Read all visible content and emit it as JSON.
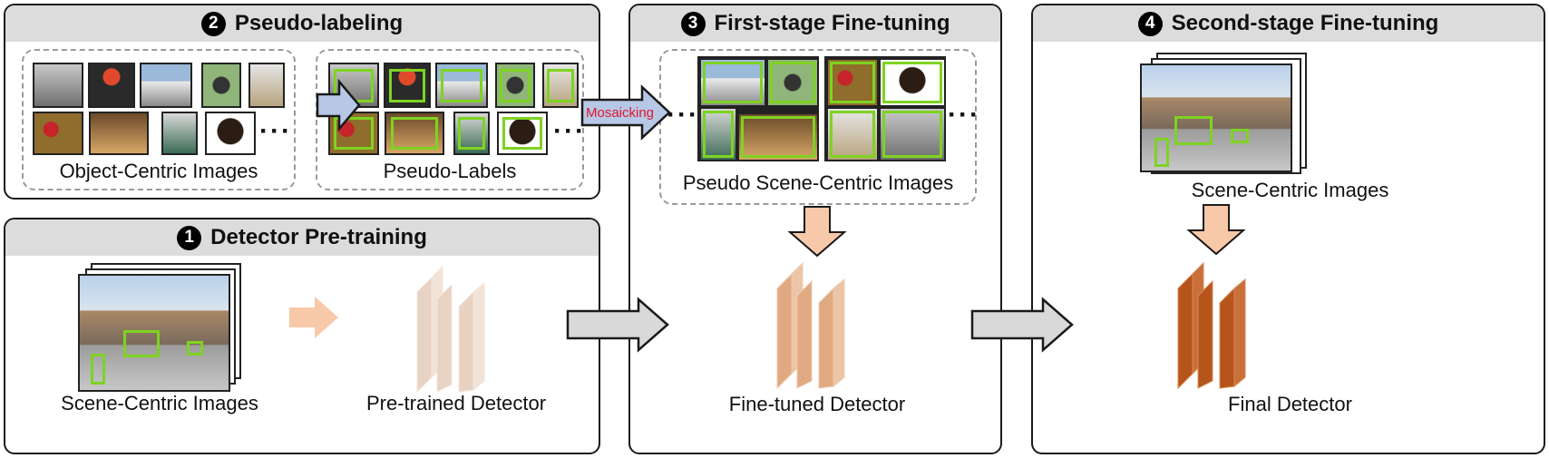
{
  "pseudo_labeling": {
    "number": "2",
    "title": "Pseudo-labeling",
    "left_caption": "Object-Centric Images",
    "right_caption": "Pseudo-Labels",
    "ellipsis": "···"
  },
  "pretraining": {
    "number": "1",
    "title": "Detector Pre-training",
    "images_caption": "Scene-Centric Images",
    "detector_caption": "Pre-trained Detector"
  },
  "first_stage": {
    "number": "3",
    "title": "First-stage Fine-tuning",
    "mosaic_label": "Mosaicking",
    "images_caption": "Pseudo Scene-Centric Images",
    "detector_caption": "Fine-tuned Detector",
    "ellipsis": "···"
  },
  "second_stage": {
    "number": "4",
    "title": "Second-stage Fine-tuning",
    "images_caption": "Scene-Centric Images",
    "detector_caption": "Final Detector"
  },
  "colors": {
    "pretrained": "#e8d2c4",
    "finetuned": "#e0a982",
    "final": "#b5541b",
    "box_green": "#7ed321",
    "mosaic_arrow": "#b7c7e6",
    "orange_arrow": "#f8c9a8",
    "gray_arrow": "#d9d9d9"
  }
}
